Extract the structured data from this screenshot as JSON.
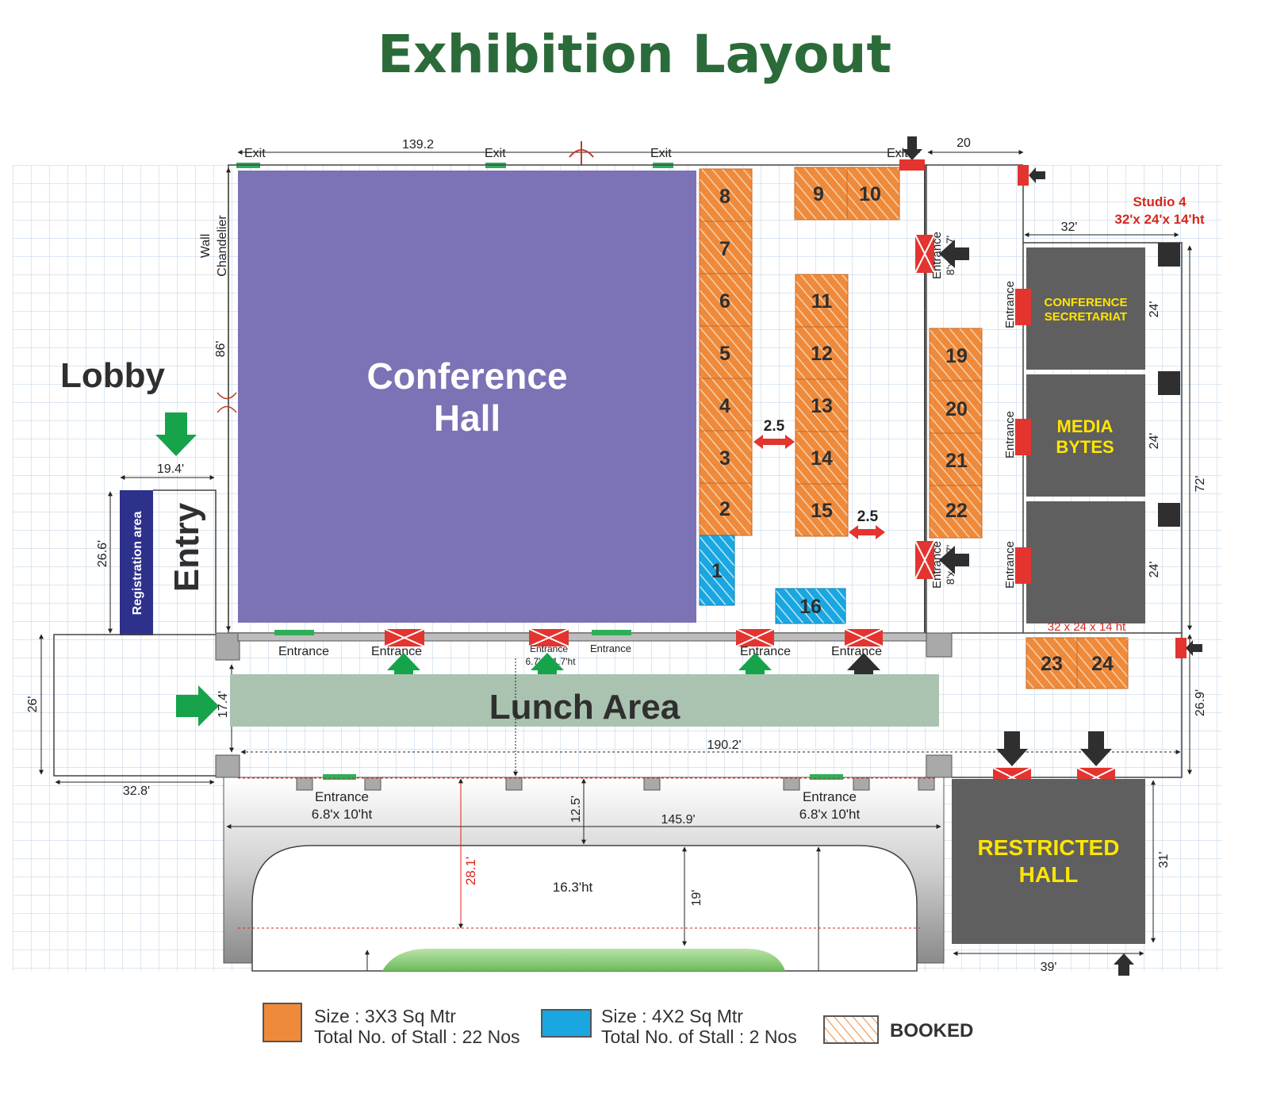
{
  "title": "Exhibition Layout",
  "colors": {
    "title": "#2b6b3a",
    "hall": "#7b73b5",
    "stall_3x3": "#ef8a3b",
    "stall_4x2": "#1aa7e1",
    "dark_room": "#5f5f5f",
    "lunch": "#a9c3b0",
    "reg": "#2e318c",
    "dim_red": "#d8261c",
    "green_arrow": "#16a34a",
    "yellow_text": "#ffe500"
  },
  "areas": {
    "conference_hall": [
      "Conference",
      "Hall"
    ],
    "lobby": "Lobby",
    "entry": "Entry",
    "registration": "Registration area",
    "lunch": "Lunch Area",
    "conference_secretariat": [
      "CONFERENCE",
      "SECRETARIAT"
    ],
    "media_bytes": [
      "MEDIA",
      "BYTES"
    ],
    "restricted_hall": [
      "RESTRICTED",
      "HALL"
    ],
    "studio": [
      "Studio 4",
      "32'x 24'x 14'ht"
    ]
  },
  "labels": {
    "exit": "Exit",
    "entrance": "Entrance",
    "wall_chandelier": [
      "Wall",
      "Chandelier"
    ],
    "entrance_dims_1": "6.8'x 10'ht",
    "entrance_dims_2": "6.7'x 11.7'ht",
    "side_entrance_dim": "8'x 11.7'",
    "height_16": "16.3'ht",
    "studio_bottom": "32 x 24 x 14 ht"
  },
  "dimensions": {
    "top_width": "139.2",
    "top_right": "20",
    "hall_height": "86'",
    "lobby_width": "19.4'",
    "reg_height": "26.6'",
    "left_outer": "26'",
    "lunch_gap": "17.4'",
    "bottom_left": "32.8'",
    "full_width": "190.2'",
    "lower_width": "145.9'",
    "lower_top": "12.5'",
    "lower_red": "28.1'",
    "lower_19": "19'",
    "gap_a": "2.5",
    "gap_b": "2.5",
    "studio_width": "32'",
    "room_24": "24'",
    "right_72": "72'",
    "right_26": "26.9'",
    "restricted_31": "31'",
    "restricted_39": "39'"
  },
  "stalls": [
    "1",
    "2",
    "3",
    "4",
    "5",
    "6",
    "7",
    "8",
    "9",
    "10",
    "11",
    "12",
    "13",
    "14",
    "15",
    "16",
    "19",
    "20",
    "21",
    "22",
    "23",
    "24"
  ],
  "legend": {
    "item1_line1": "Size : 3X3 Sq Mtr",
    "item1_line2": "Total No. of Stall : 22 Nos",
    "item2_line1": "Size : 4X2 Sq Mtr",
    "item2_line2": "Total No. of Stall : 2 Nos",
    "booked": "BOOKED"
  }
}
